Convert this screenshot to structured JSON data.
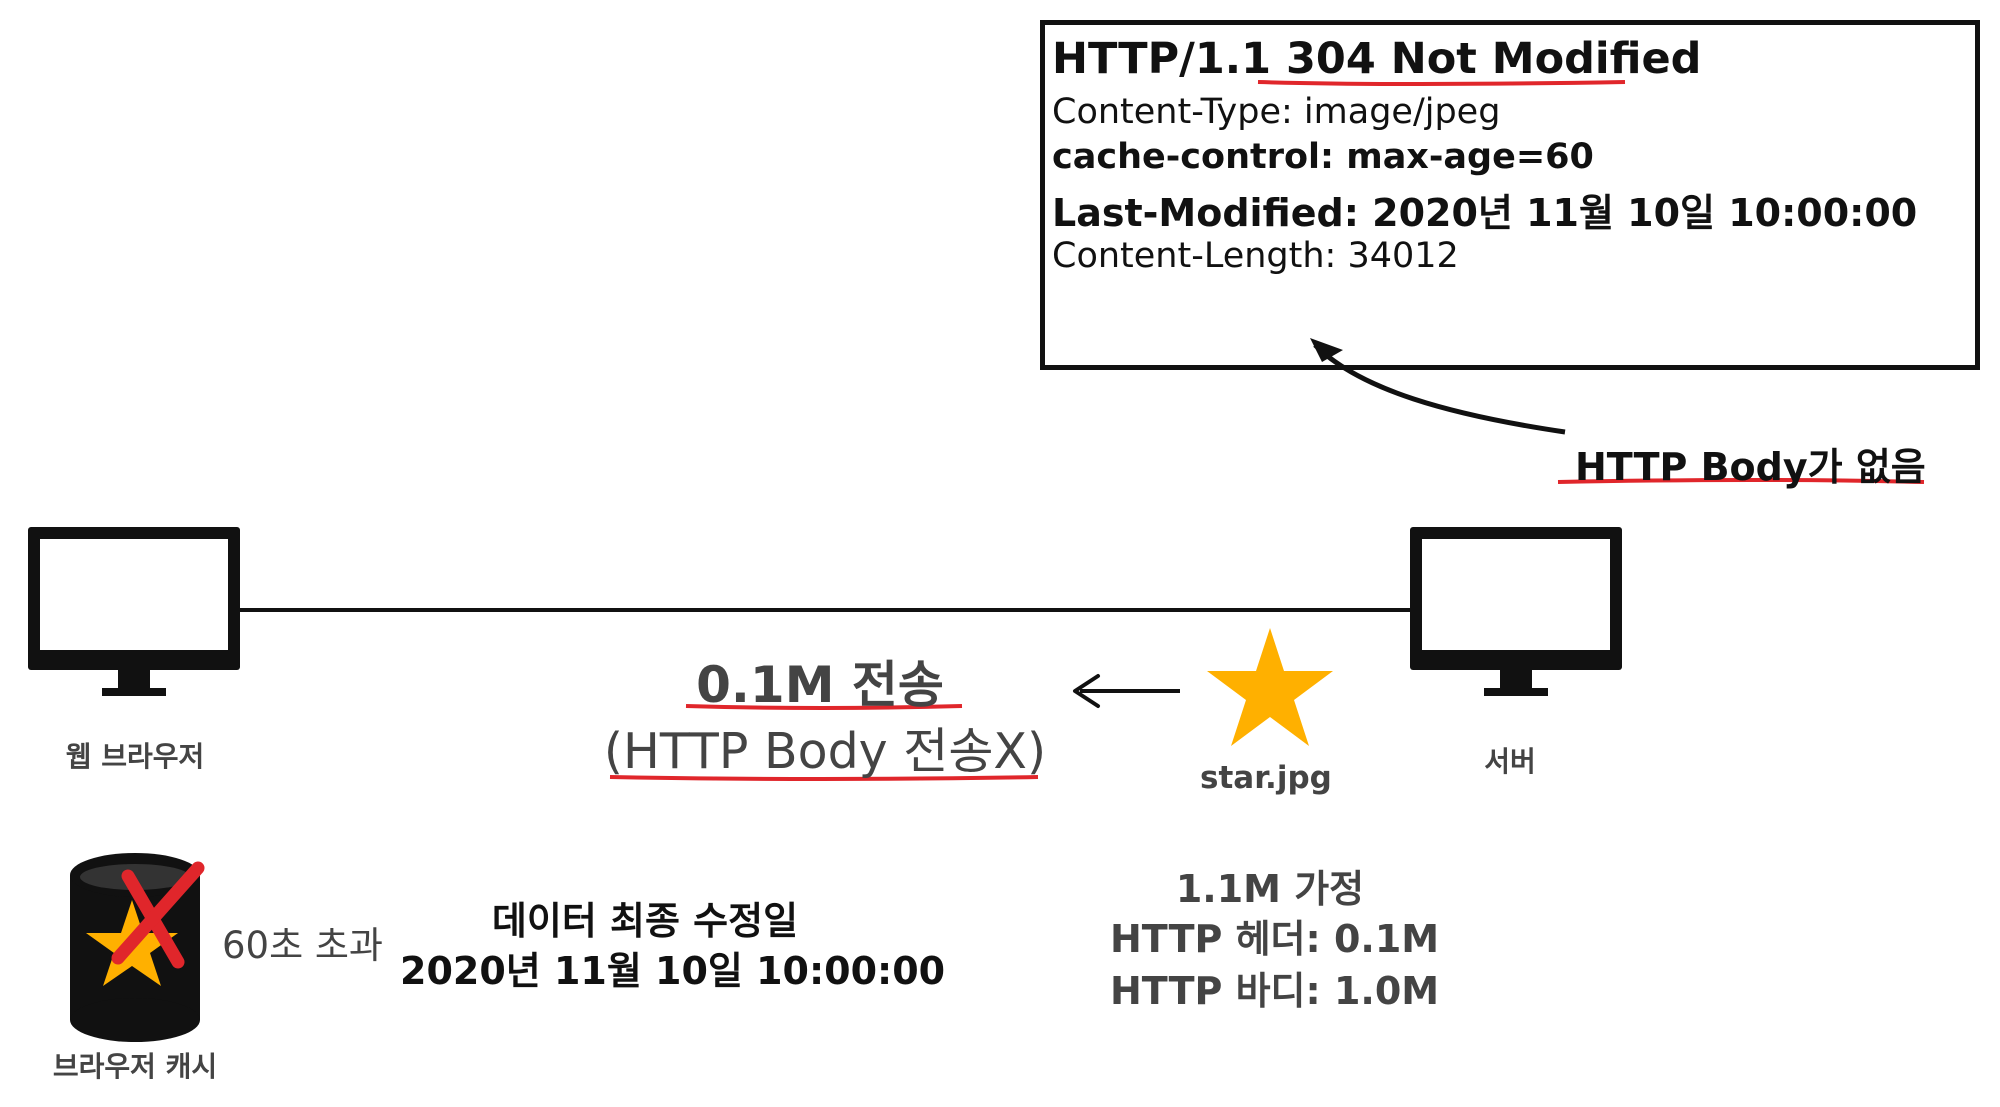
{
  "response": {
    "status_prefix": "HTTP/1.1 ",
    "status_code": "304 Not Modified",
    "content_type": "Content-Type: image/jpeg",
    "cache_control": "cache-control: max-age=60",
    "last_modified": "Last-Modified: 2020년 11월 10일 10:00:00",
    "content_length": "Content-Length: 34012"
  },
  "annotation": {
    "no_body": "HTTP Body가 없음"
  },
  "browser": {
    "label": "웹 브라우저"
  },
  "server": {
    "label": "서버"
  },
  "resource": {
    "name": "star.jpg"
  },
  "transfer": {
    "title": "0.1M 전송",
    "subtitle": "(HTTP Body 전송X)"
  },
  "cache": {
    "label": "브라우저 캐시",
    "timeout": "60초 초과"
  },
  "last_modified_note": {
    "title": "데이터 최종 수정일",
    "value": "2020년 11월 10일 10:00:00"
  },
  "size_note": {
    "line1": "1.1M 가정",
    "line2": "HTTP 헤더: 0.1M",
    "line3": "HTTP 바디: 1.0M"
  },
  "colors": {
    "ink": "#111111",
    "gray_text": "#444444",
    "highlight_red": "#e0262b",
    "star": "#ffb000"
  }
}
